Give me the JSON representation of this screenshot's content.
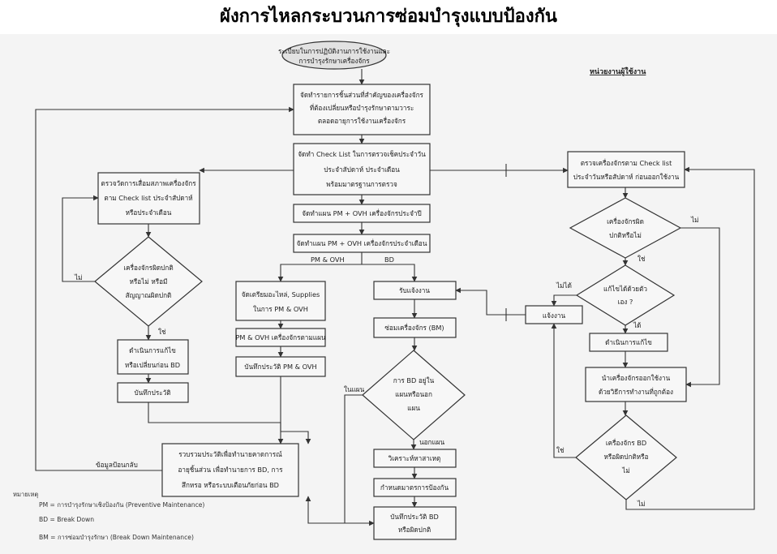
{
  "title": "ผังการไหลกระบวนการซ่อมบำรุงแบบป้องกัน",
  "start": [
    "ระเบียบในการปฏิบัติงานการใช้งานและ",
    "การบำรุงรักษาเครื่องจักร"
  ],
  "user_unit": "หน่วยงานผู้ใช้งาน",
  "nodes": {
    "n1": [
      "จัดทำรายการชิ้นส่วนที่สำคัญของเครื่องจักร",
      "ที่ต้องเปลี่ยนหรือบำรุงรักษาตามวาระ",
      "ตลอดอายุการใช้งานเครื่องจักร"
    ],
    "n2": [
      "จัดทำ Check List ในการตรวจเช็คประจำวัน",
      "ประจำสัปดาห์ ประจำเดือน",
      "พร้อมมาตรฐานการตรวจ"
    ],
    "n3": [
      "จัดทำแผน PM + OVH เครื่องจักรประจำปี"
    ],
    "n4": [
      "จัดทำแผน PM + OVH เครื่องจักรประจำเดือน"
    ],
    "l1": [
      "ตรวจวัดการเสื่อมสภาพเครื่องจักร",
      "ตาม Check list ประจำสัปดาห์",
      "หรือประจำเดือน"
    ],
    "l2": [
      "เครื่องจักรผิดปกติ",
      "หรือไม่ หรือมี",
      "สัญญาณผิดปกติ"
    ],
    "l3": [
      "ดำเนินการแก้ไข",
      "หรือเปลี่ยนก่อน BD"
    ],
    "l4": [
      "บันทึกประวัติ"
    ],
    "p1": [
      "จัดเตรียมอะไหล่, Supplies",
      "ในการ PM & OVH"
    ],
    "p2": [
      "PM & OVH เครื่องจักรตามแผน"
    ],
    "p3": [
      "บันทึกประวัติ PM & OVH"
    ],
    "b1": [
      "รับแจ้งงาน"
    ],
    "b2": [
      "ซ่อมเครื่องจักร (BM)"
    ],
    "b3": [
      "การ BD อยู่ใน",
      "แผนหรือนอก",
      "แผน"
    ],
    "b4": [
      "วิเคราะห์หาสาเหตุ"
    ],
    "b5": [
      "กำหนดมาตรการป้องกัน"
    ],
    "b6": [
      "บันทึกประวัติ BD",
      "หรือผิดปกติ"
    ],
    "sum": [
      "รวบรวมประวัติเพื่อทำนายคาดการณ์",
      "อายุชิ้นส่วน เพื่อทำนายการ BD, การ",
      "สึกหรอ หรือระบบเตือนภัยก่อน BD"
    ],
    "r1": [
      "ตรวจเครื่องจักรตาม Check list",
      "ประจำวันหรือสัปดาห์ ก่อนออกใช้งาน"
    ],
    "r2": [
      "เครื่องจักรผิด",
      "ปกติหรือไม่"
    ],
    "r3": [
      "แก้ไขได้ด้วยตัว",
      "เอง ?"
    ],
    "r4": [
      "ดำเนินการแก้ไข"
    ],
    "r5": [
      "นำเครื่องจักรออกใช้งาน",
      "ด้วยวิธีการทำงานที่ถูกต้อง"
    ],
    "r6": [
      "เครื่องจักร BD",
      "หรือผิดปกติหรือ",
      "ไม่"
    ],
    "notify": [
      "แจ้งงาน"
    ]
  },
  "labels": {
    "pm_ovh": "PM & OVH",
    "bd": "BD",
    "no_l": "ไม่",
    "yes_l": "ใช่",
    "in_plan": "ในแผน",
    "out_plan": "นอกแผน",
    "feedback": "ข้อมูลป้อนกลับ",
    "no_r2": "ไม่",
    "yes_r2": "ใช่",
    "cannot": "ไม่ได้",
    "can": "ได้",
    "yes_r6": "ใช่",
    "no_r6": "ไม่"
  },
  "legend": {
    "heading": "หมายเหตุ",
    "rows": [
      "PM  = การบำรุงรักษาเชิงป้องกัน (Preventive Maintenance)",
      "BD  = Break Down",
      "BM  = การซ่อมบำรุงรักษา (Break Down Maintenance)"
    ]
  }
}
